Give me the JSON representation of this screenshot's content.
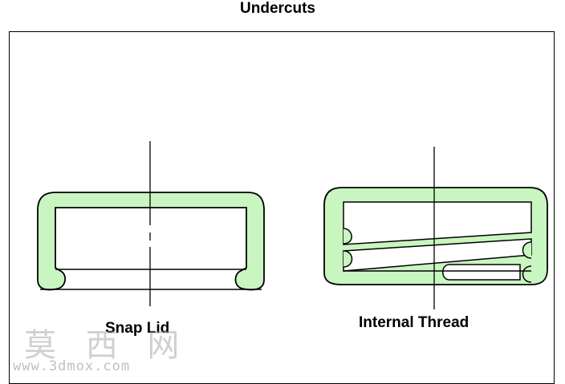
{
  "title": "Undercuts",
  "labels": {
    "snap_lid": "Snap Lid",
    "internal_thread": "Internal Thread"
  },
  "colors": {
    "part_fill": "#c8f5c0",
    "outline": "#000000",
    "background": "#ffffff"
  },
  "watermark": {
    "chinese": "莫 西 网",
    "url": "www.3dmox.com"
  }
}
